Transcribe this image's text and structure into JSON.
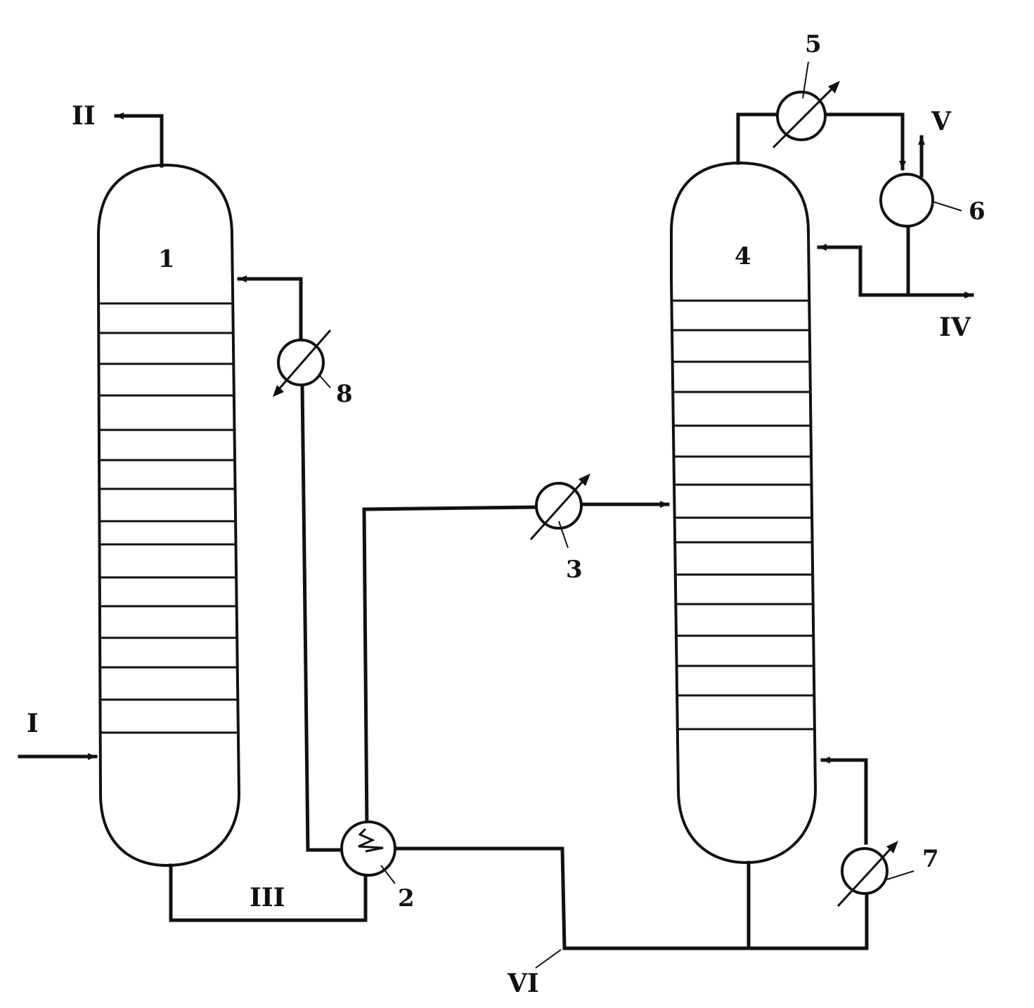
{
  "diagram": {
    "streams": {
      "feed": "I",
      "top_1": "II",
      "bottom_1": "III",
      "bottom_product_4": "IV",
      "vent": "V",
      "bottoms_line": "VI"
    },
    "equipment": {
      "column_1": "1",
      "exchanger_2": "2",
      "heater_3": "3",
      "column_4": "4",
      "condenser_5": "5",
      "drum_6": "6",
      "reboiler_7": "7",
      "heater_8": "8"
    }
  }
}
